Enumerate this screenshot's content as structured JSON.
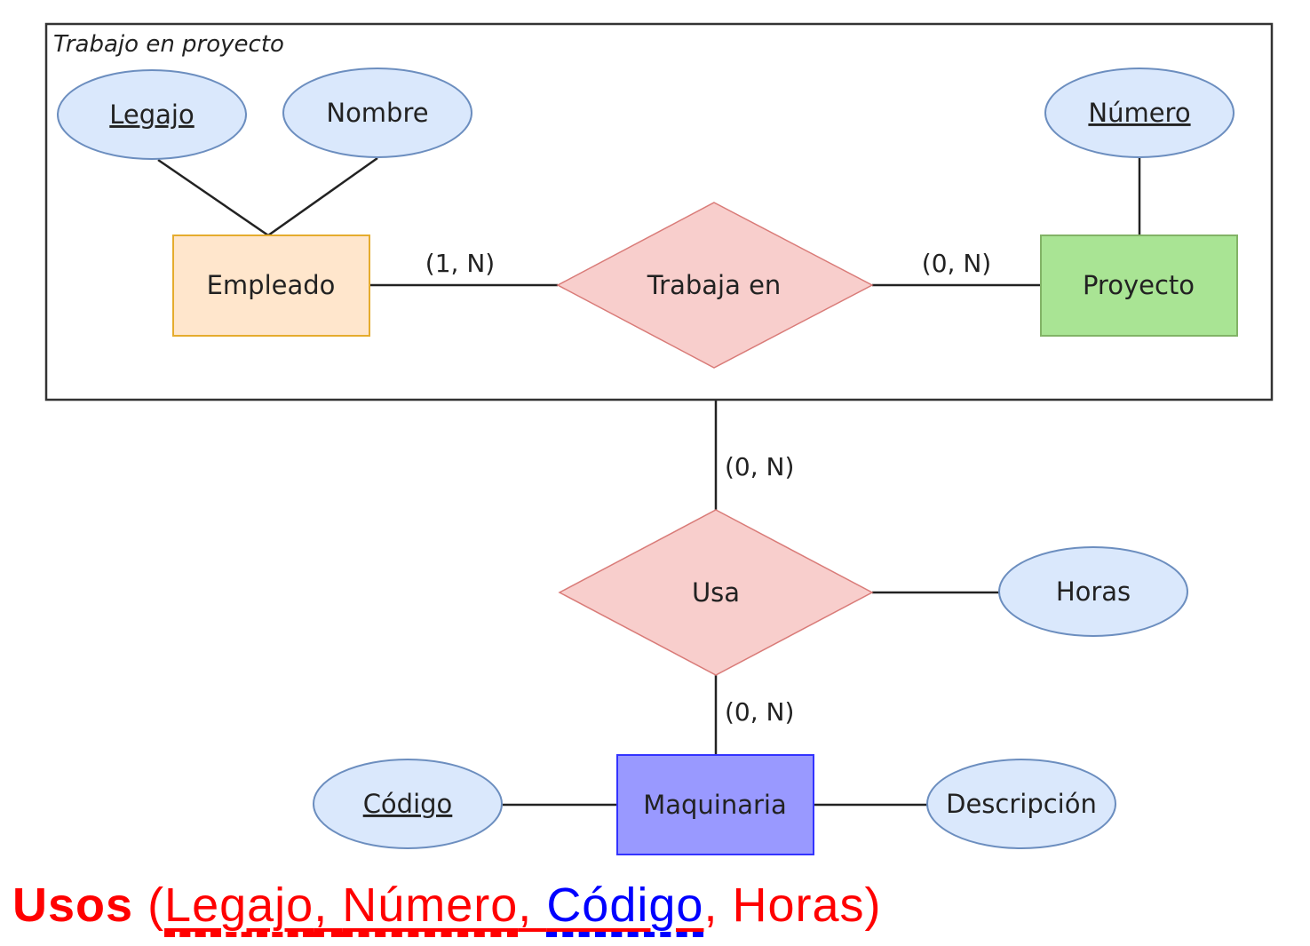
{
  "group": {
    "title": "Trabajo en proyecto"
  },
  "entities": {
    "empleado": "Empleado",
    "proyecto": "Proyecto",
    "maquinaria": "Maquinaria"
  },
  "relationships": {
    "trabaja_en": "Trabaja en",
    "usa": "Usa"
  },
  "attributes": {
    "legajo": "Legajo",
    "nombre": "Nombre",
    "numero": "Número",
    "horas": "Horas",
    "codigo": "Código",
    "descripcion": "Descripción"
  },
  "cardinalities": {
    "empleado_trabaja": "(1, N)",
    "proyecto_trabaja": "(0, N)",
    "grupo_usa": "(0, N)",
    "maquinaria_usa": "(0, N)"
  },
  "relation_schema": {
    "name": "Usos",
    "open": "(",
    "legajo": "Legajo",
    "sep1": ", ",
    "numero": "Número",
    "sep2": ", ",
    "codigo": "Código",
    "sep3": ", ",
    "horas": "Horas",
    "close": ")"
  },
  "colors": {
    "empleado": "#ffe6cc",
    "proyecto": "#a9e494",
    "maquinaria": "#9999ff",
    "relationship": "#f8cecc",
    "attribute": "#dae8fc",
    "schema_red": "#ff0000",
    "schema_blue": "#0000ff"
  }
}
